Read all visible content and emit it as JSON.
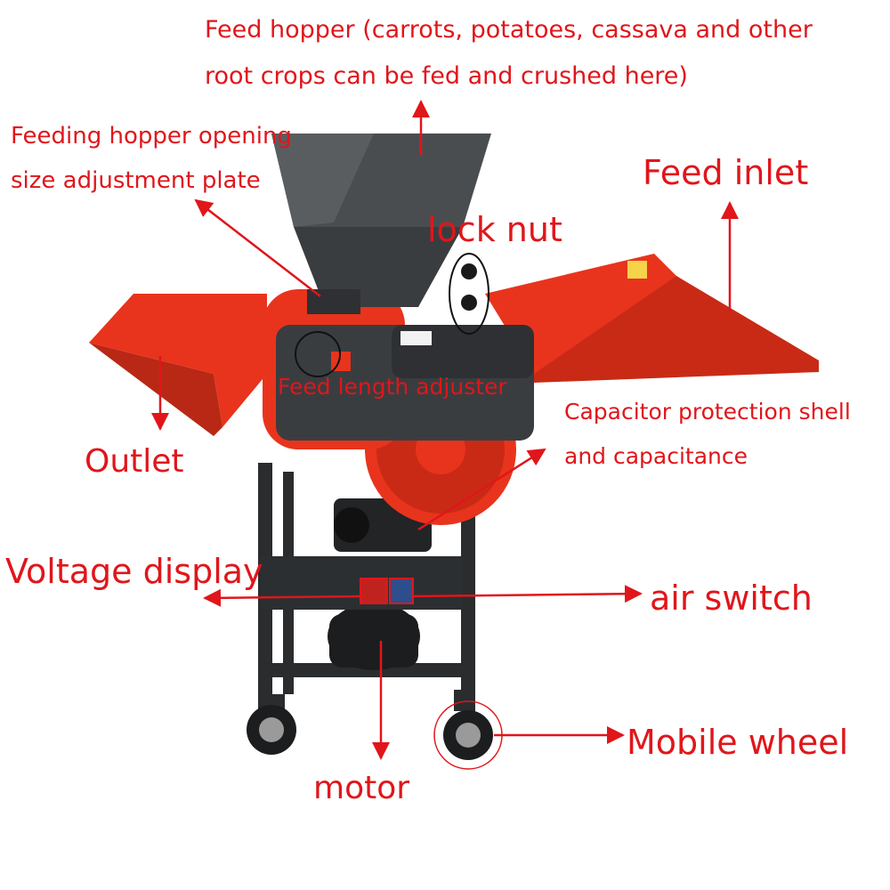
{
  "labels": {
    "feed_hopper_line1": "Feed hopper (carrots, potatoes, cassava and other",
    "feed_hopper_line2": "root crops can be fed and crushed here)",
    "hopper_plate_line1": "Feeding hopper opening",
    "hopper_plate_line2": "size adjustment plate",
    "lock_nut": "lock nut",
    "feed_inlet": "Feed inlet",
    "feed_length_adjuster": "Feed length adjuster",
    "outlet": "Outlet",
    "capacitor_line1": "Capacitor protection shell",
    "capacitor_line2": "and capacitance",
    "voltage_display": "Voltage display",
    "air_switch": "air switch",
    "mobile_wheel": "Mobile wheel",
    "motor": "motor"
  },
  "colors": {
    "label": "#e0161b",
    "machine_red": "#e8341c",
    "machine_dark": "#3a3d40",
    "frame": "#2a2c2e"
  }
}
